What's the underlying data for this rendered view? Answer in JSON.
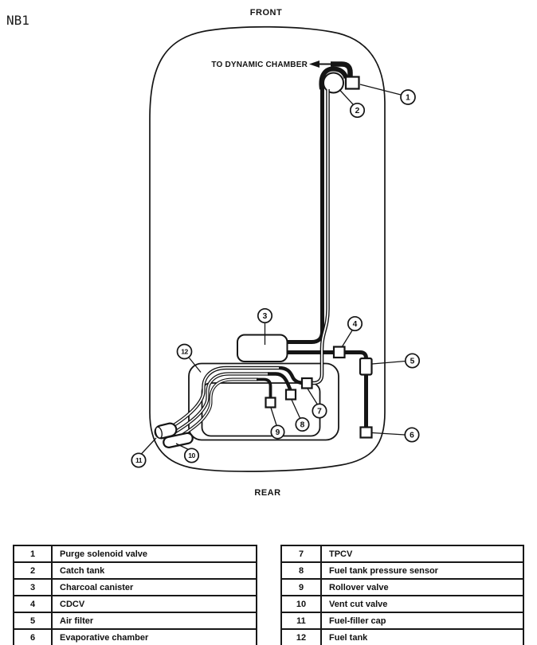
{
  "page": {
    "code": "NB1"
  },
  "diagram": {
    "front_label": "FRONT",
    "rear_label": "REAR",
    "to_dynamic_chamber_label": "TO DYNAMIC CHAMBER",
    "ink_color": "#151515",
    "paper_color": "#ffffff",
    "callouts": [
      {
        "num": "1"
      },
      {
        "num": "2"
      },
      {
        "num": "3"
      },
      {
        "num": "4"
      },
      {
        "num": "5"
      },
      {
        "num": "6"
      },
      {
        "num": "7"
      },
      {
        "num": "8"
      },
      {
        "num": "9"
      },
      {
        "num": "10"
      },
      {
        "num": "11"
      },
      {
        "num": "12"
      }
    ]
  },
  "legend": {
    "left_rows": [
      {
        "num": "1",
        "label": "Purge solenoid valve"
      },
      {
        "num": "2",
        "label": "Catch tank"
      },
      {
        "num": "3",
        "label": "Charcoal canister"
      },
      {
        "num": "4",
        "label": "CDCV"
      },
      {
        "num": "5",
        "label": "Air filter"
      },
      {
        "num": "6",
        "label": "Evaporative chamber"
      }
    ],
    "right_rows": [
      {
        "num": "7",
        "label": "TPCV"
      },
      {
        "num": "8",
        "label": "Fuel tank pressure sensor"
      },
      {
        "num": "9",
        "label": "Rollover valve"
      },
      {
        "num": "10",
        "label": "Vent cut valve"
      },
      {
        "num": "11",
        "label": "Fuel-filler cap"
      },
      {
        "num": "12",
        "label": "Fuel tank"
      }
    ]
  }
}
